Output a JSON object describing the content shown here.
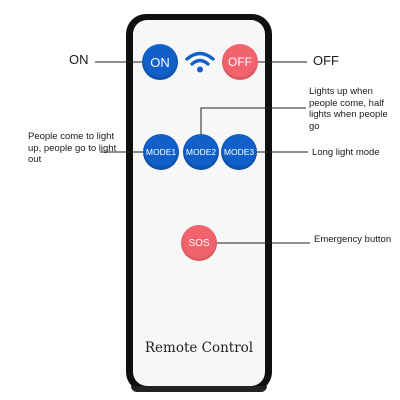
{
  "remote": {
    "label": "Remote Control",
    "buttons": {
      "on": "ON",
      "off": "OFF",
      "mode1": "MODE1",
      "mode2": "MODE2",
      "mode3": "MODE3",
      "sos": "SOS"
    },
    "colors": {
      "blue": "#1160c9",
      "red": "#f2636e",
      "body": "#0f0f0f"
    }
  },
  "annotations": {
    "on": "ON",
    "off": "OFF",
    "mode1": "People come to light up, people go to light out",
    "mode2": "Lights up when people come, half lights when people go",
    "mode3": "Long light mode",
    "sos": "Emergency button"
  },
  "icons": {
    "signal": "wifi-icon"
  }
}
